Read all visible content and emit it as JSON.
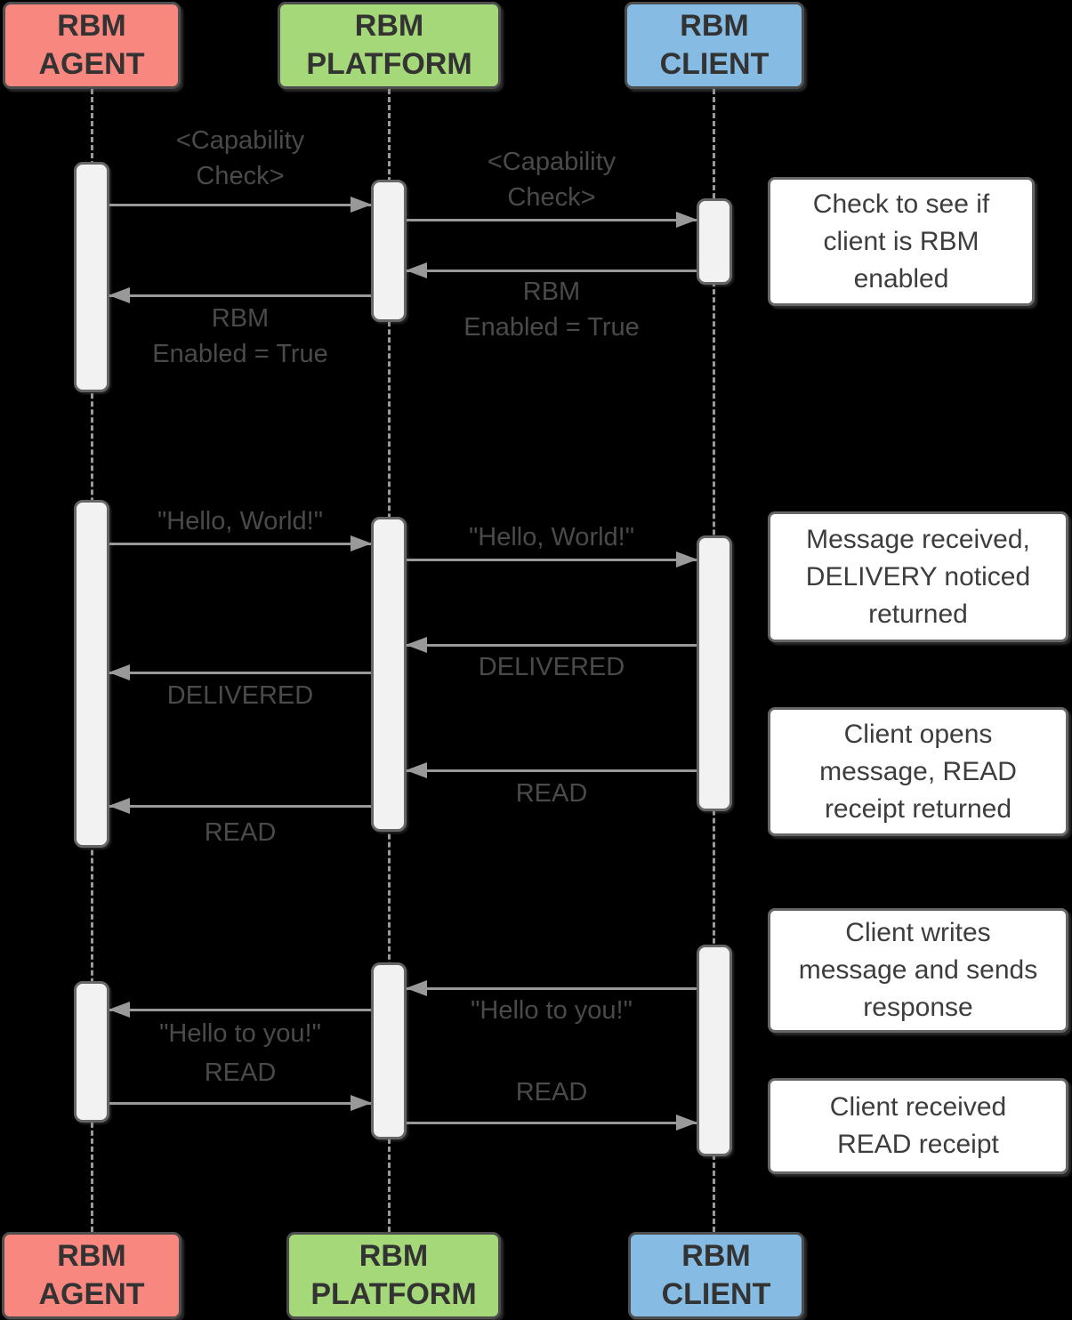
{
  "diagram_title": "RBM messaging sequence diagram",
  "colors": {
    "agent_fill": "#f8877f",
    "platform_fill": "#a5d878",
    "client_fill": "#86bce3",
    "box_border": "#4d4d4d",
    "line_gray": "#999999",
    "activation_fill": "#f2f2f2",
    "note_background": "#ffffff",
    "text_dark": "#3d3d3d",
    "background": "#000000"
  },
  "actors": [
    {
      "name": "RBM AGENT",
      "line1": "RBM",
      "line2": "AGENT"
    },
    {
      "name": "RBM PLATFORM",
      "line1": "RBM",
      "line2": "PLATFORM"
    },
    {
      "name": "RBM CLIENT",
      "line1": "RBM",
      "line2": "CLIENT"
    }
  ],
  "messages": [
    {
      "label": "<Capability\nCheck>",
      "from": "RBM AGENT",
      "to": "RBM PLATFORM"
    },
    {
      "label": "<Capability\nCheck>",
      "from": "RBM PLATFORM",
      "to": "RBM CLIENT"
    },
    {
      "label": "RBM\nEnabled = True",
      "from": "RBM CLIENT",
      "to": "RBM PLATFORM"
    },
    {
      "label": "RBM\nEnabled = True",
      "from": "RBM PLATFORM",
      "to": "RBM AGENT"
    },
    {
      "label": "\"Hello, World!\"",
      "from": "RBM AGENT",
      "to": "RBM PLATFORM"
    },
    {
      "label": "\"Hello, World!\"",
      "from": "RBM PLATFORM",
      "to": "RBM CLIENT"
    },
    {
      "label": "DELIVERED",
      "from": "RBM CLIENT",
      "to": "RBM PLATFORM"
    },
    {
      "label": "DELIVERED",
      "from": "RBM PLATFORM",
      "to": "RBM AGENT"
    },
    {
      "label": "READ",
      "from": "RBM CLIENT",
      "to": "RBM PLATFORM"
    },
    {
      "label": "READ",
      "from": "RBM PLATFORM",
      "to": "RBM AGENT"
    },
    {
      "label": "\"Hello to you!\"",
      "from": "RBM CLIENT",
      "to": "RBM PLATFORM"
    },
    {
      "label": "\"Hello to you!\"",
      "from": "RBM PLATFORM",
      "to": "RBM AGENT"
    },
    {
      "label": "READ",
      "from": "RBM AGENT",
      "to": "RBM PLATFORM"
    },
    {
      "label": "READ",
      "from": "RBM PLATFORM",
      "to": "RBM CLIENT"
    }
  ],
  "notes": [
    {
      "text": "Check to see if\nclient is RBM\nenabled"
    },
    {
      "text": "Message received,\nDELIVERY noticed\nreturned"
    },
    {
      "text": "Client opens\nmessage, READ\nreceipt returned"
    },
    {
      "text": "Client writes\nmessage and sends\nresponse"
    },
    {
      "text": "Client received\nREAD receipt"
    }
  ]
}
